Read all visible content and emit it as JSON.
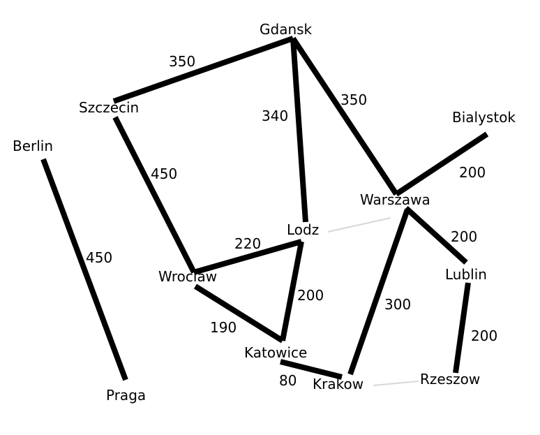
{
  "colors": {
    "line": "#000000",
    "text": "#000000",
    "background": "#ffffff",
    "faint_line": "#d8d8d8"
  },
  "cities": {
    "gdansk": "Gdansk",
    "szczecin": "Szczecin",
    "berlin": "Berlin",
    "bialystok": "Bialystok",
    "warszawa": "Warszawa",
    "lodz": "Lodz",
    "wroclaw": "Wroclaw",
    "lublin": "Lublin",
    "katowice": "Katowice",
    "krakow": "Krakow",
    "rzeszow": "Rzeszow",
    "praga": "Praga"
  },
  "edges": [
    {
      "from": "Szczecin",
      "to": "Gdansk",
      "weight": "350"
    },
    {
      "from": "Gdansk",
      "to": "Lodz",
      "weight": "340"
    },
    {
      "from": "Gdansk",
      "to": "Warszawa",
      "weight": "350"
    },
    {
      "from": "Warszawa",
      "to": "Bialystok",
      "weight": "200"
    },
    {
      "from": "Szczecin",
      "to": "Wroclaw",
      "weight": "450"
    },
    {
      "from": "Berlin",
      "to": "Praga",
      "weight": "450"
    },
    {
      "from": "Wroclaw",
      "to": "Lodz",
      "weight": "220"
    },
    {
      "from": "Lodz",
      "to": "Katowice",
      "weight": "200"
    },
    {
      "from": "Warszawa",
      "to": "Lublin",
      "weight": "200"
    },
    {
      "from": "Warszawa",
      "to": "Krakow",
      "weight": "300"
    },
    {
      "from": "Wroclaw",
      "to": "Katowice",
      "weight": "190"
    },
    {
      "from": "Lublin",
      "to": "Rzeszow",
      "weight": "200"
    },
    {
      "from": "Katowice",
      "to": "Krakow",
      "weight": "80"
    }
  ]
}
